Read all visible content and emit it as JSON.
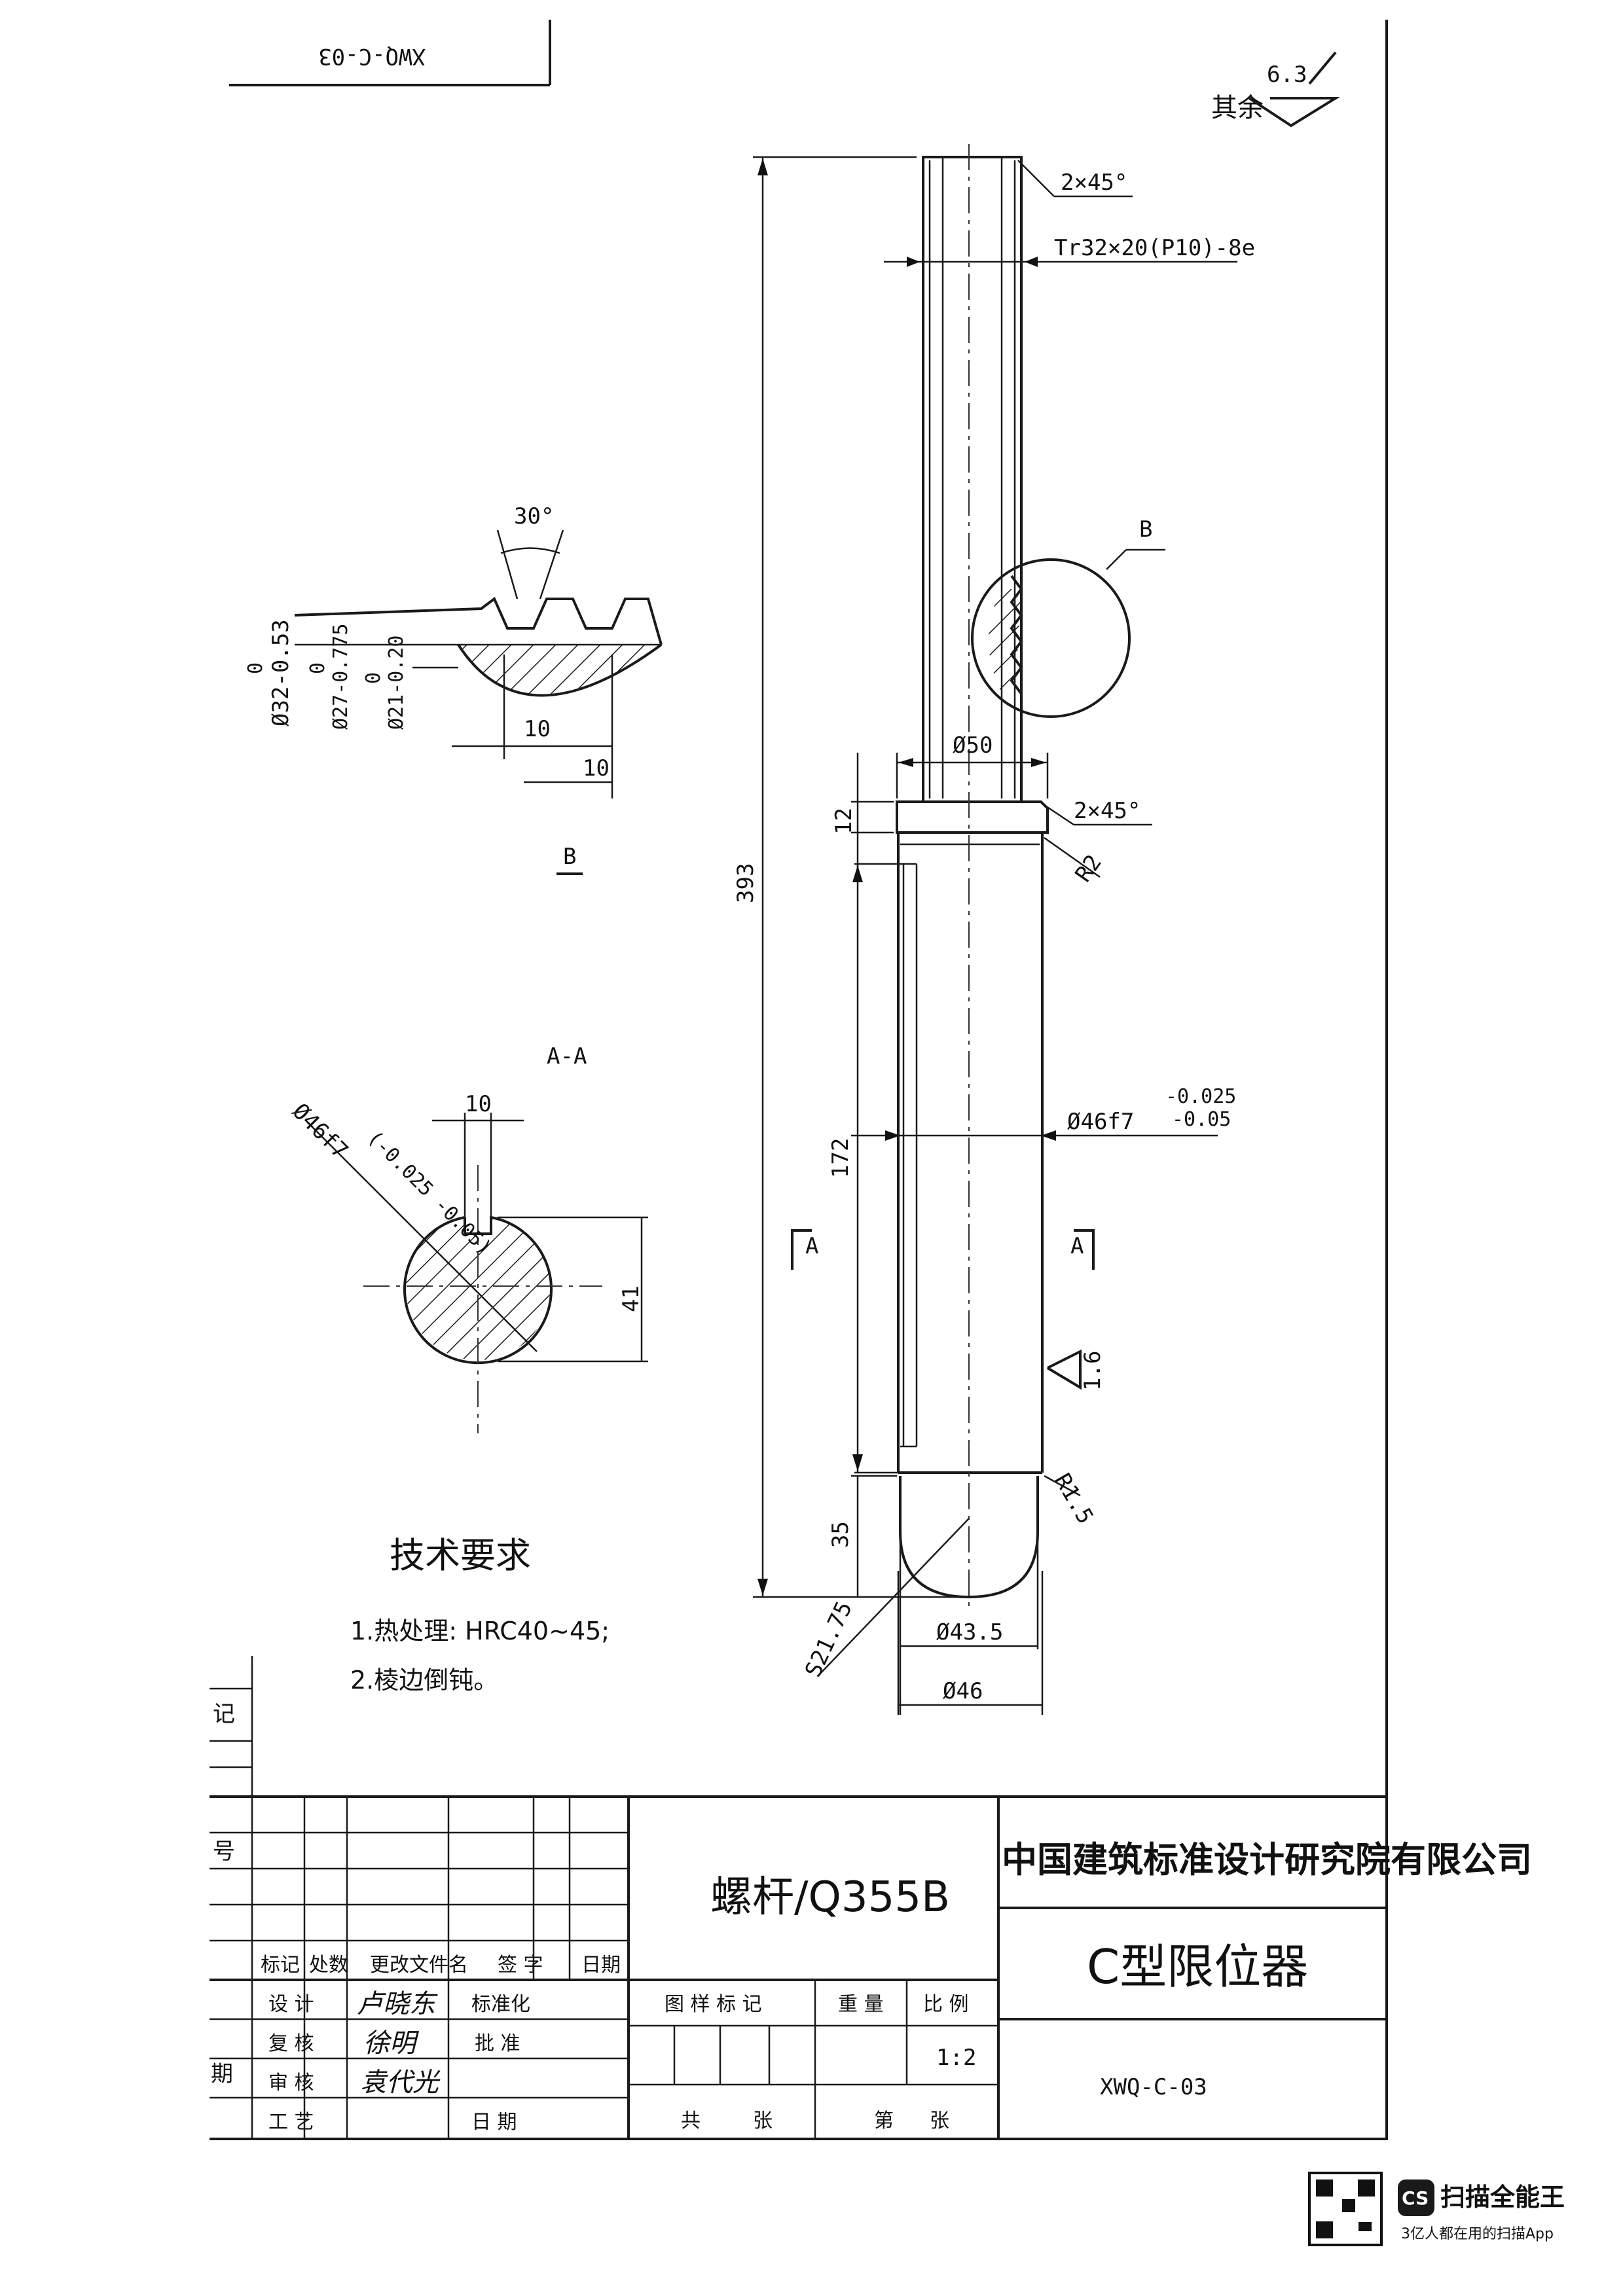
{
  "drawing_number_mirrored": "XWQ-C-03",
  "surface_finish": {
    "rest_label": "其余",
    "rest_value": "6.3",
    "shaft_value": "1.6"
  },
  "dims": {
    "chamfer_top": "2×45°",
    "thread": "Tr32×20(P10)-8e",
    "detail_b_label": "B",
    "dia_50": "Ø50",
    "len_12": "12",
    "chamfer_collar": "2×45°",
    "r2": "R2",
    "len_393": "393",
    "len_172": "172",
    "shaft_fit": "Ø46f7",
    "shaft_tol_upper": "-0.025",
    "shaft_tol_lower": "-0.05",
    "section_a_left": "A",
    "section_a_right": "A",
    "r15": "R1.5",
    "len_35": "35",
    "sphere": "S21.75",
    "dia_435": "Ø43.5",
    "dia_46": "Ø46"
  },
  "detail_b": {
    "angle": "30°",
    "d32": "Ø32-0.53",
    "d32_up": "0",
    "d27": "Ø27-0.775",
    "d27_up": "0",
    "d21": "Ø21-0.20",
    "d21_up": "0",
    "pitch_1": "10",
    "pitch_2": "10",
    "caption": "B"
  },
  "section_aa": {
    "title": "A-A",
    "key_width": "10",
    "fit": "Ø46f7",
    "tol": "(-0.025 -0.05)",
    "height": "41"
  },
  "tech_req": {
    "title": "技术要求",
    "items": [
      "1.热处理: HRC40~45;",
      "2.棱边倒钝。"
    ]
  },
  "title_block": {
    "part_material": "螺杆/Q355B",
    "company": "中国建筑标准设计研究院有限公司",
    "product": "C型限位器",
    "drawing_no": "XWQ-C-03",
    "hdr_biaoji": "标记",
    "hdr_chushu": "处数",
    "hdr_genggai": "更改文件名",
    "hdr_qianzi": "签 字",
    "hdr_riqi": "日期",
    "sheji": "设 计",
    "fuhe": "复 核",
    "shenhe": "审 核",
    "gongyi": "工 艺",
    "biaozhunhua": "标准化",
    "pizhun": "批 准",
    "riqi2": "日 期",
    "tuyang": "图 样 标 记",
    "zhongliang": "重 量",
    "bili": "比 例",
    "scale": "1:2",
    "gong": "共",
    "zhang1": "张",
    "di": "第",
    "zhang2": "张",
    "left_margin_1": "记",
    "left_margin_2": "号",
    "left_margin_3": "期",
    "sig_design": "卢晓东",
    "sig_check": "徐明",
    "sig_review": "袁代光"
  },
  "scanner": {
    "brand": "扫描全能王",
    "tagline": "3亿人都在用的扫描App",
    "logo": "CS"
  }
}
